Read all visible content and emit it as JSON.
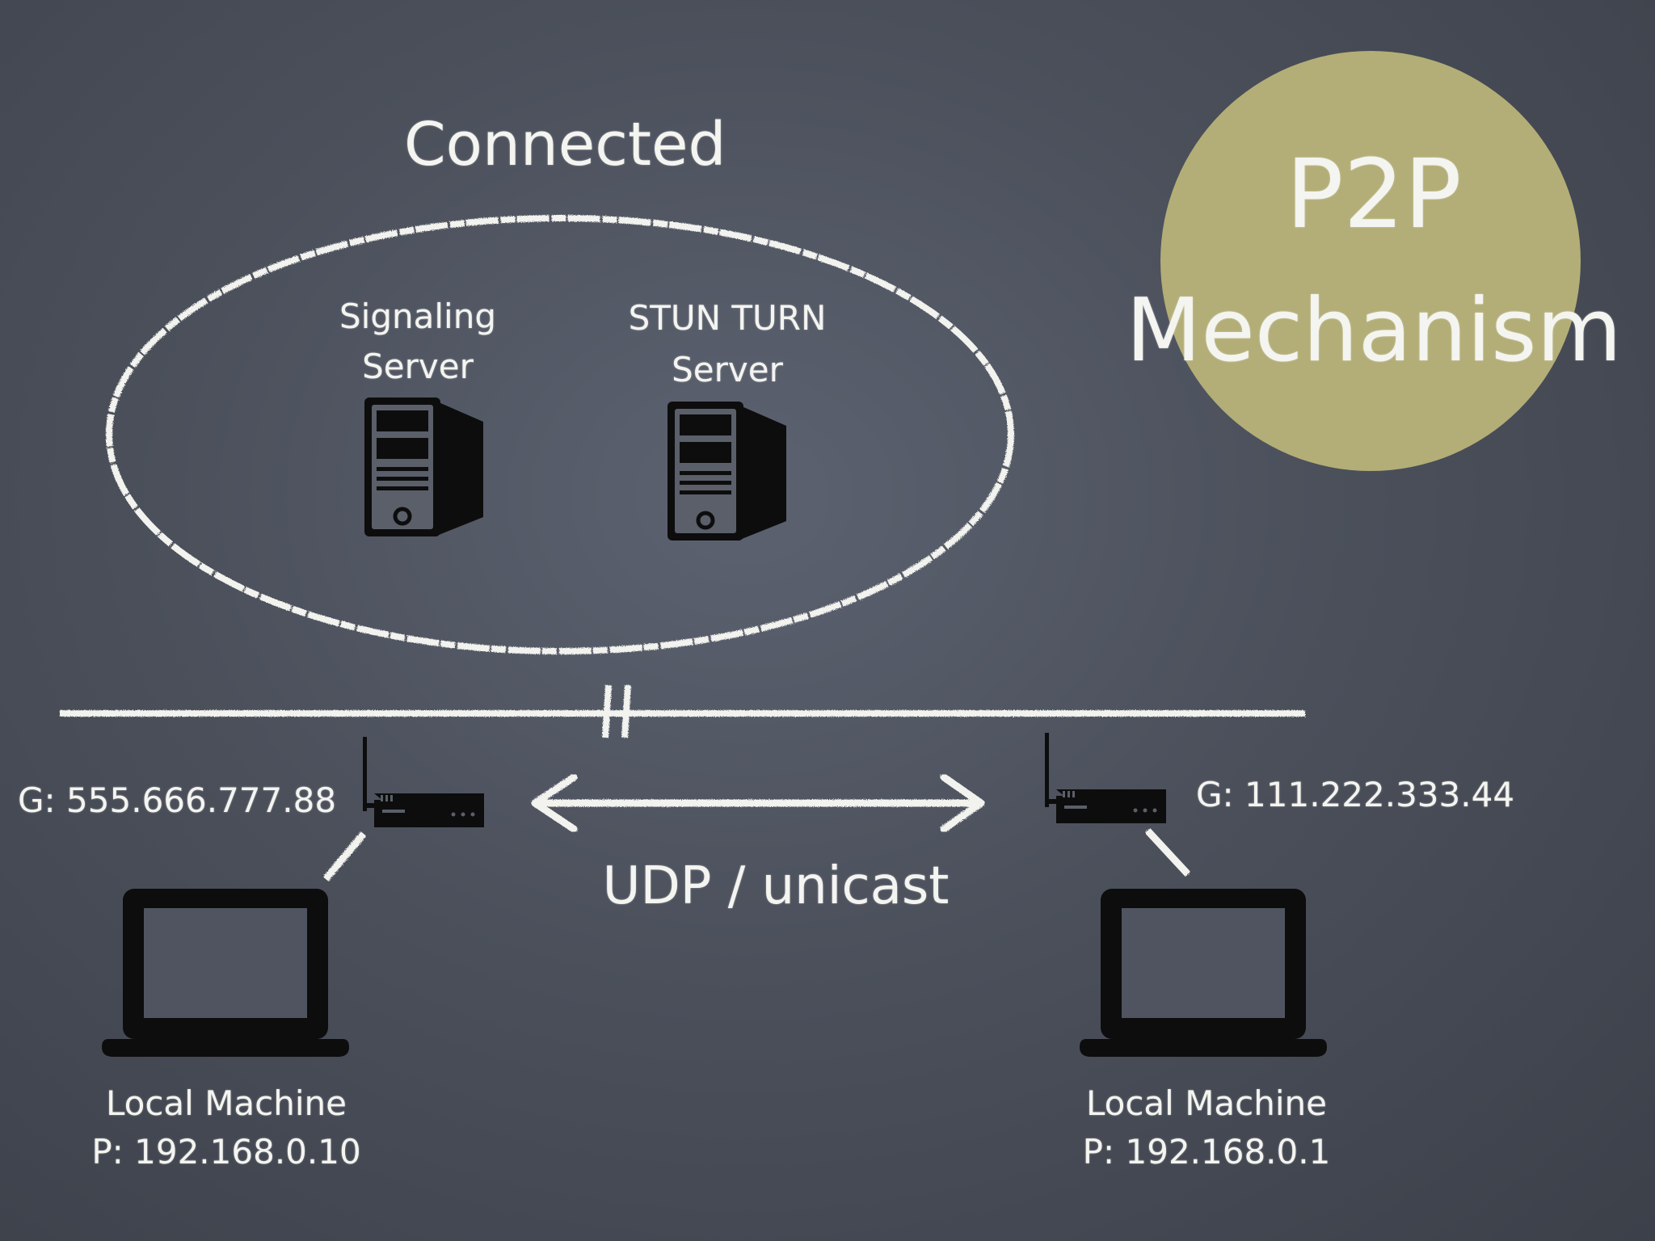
{
  "colors": {
    "chalk": "#f4f4f0",
    "board": "#4f5460",
    "badge": "#b3ae77",
    "device": "#0d0d0d"
  },
  "title": {
    "line1": "P2P",
    "line2": "Mechanism"
  },
  "cloud": {
    "label": "Connected",
    "servers": [
      {
        "line1": "Signaling",
        "line2": "Server",
        "icon": "server-tower-icon"
      },
      {
        "line1": "STUN TURN",
        "line2": "Server",
        "icon": "server-tower-icon"
      }
    ]
  },
  "link": {
    "label": "UDP / unicast"
  },
  "peers": [
    {
      "router_icon": "router-icon",
      "public_ip": "G: 555.666.777.88",
      "machine_icon": "laptop-icon",
      "name": "Local Machine",
      "private_ip": "P: 192.168.0.10"
    },
    {
      "router_icon": "router-icon",
      "public_ip": "G: 111.222.333.44",
      "machine_icon": "laptop-icon",
      "name": "Local Machine",
      "private_ip": "P: 192.168.0.1"
    }
  ]
}
